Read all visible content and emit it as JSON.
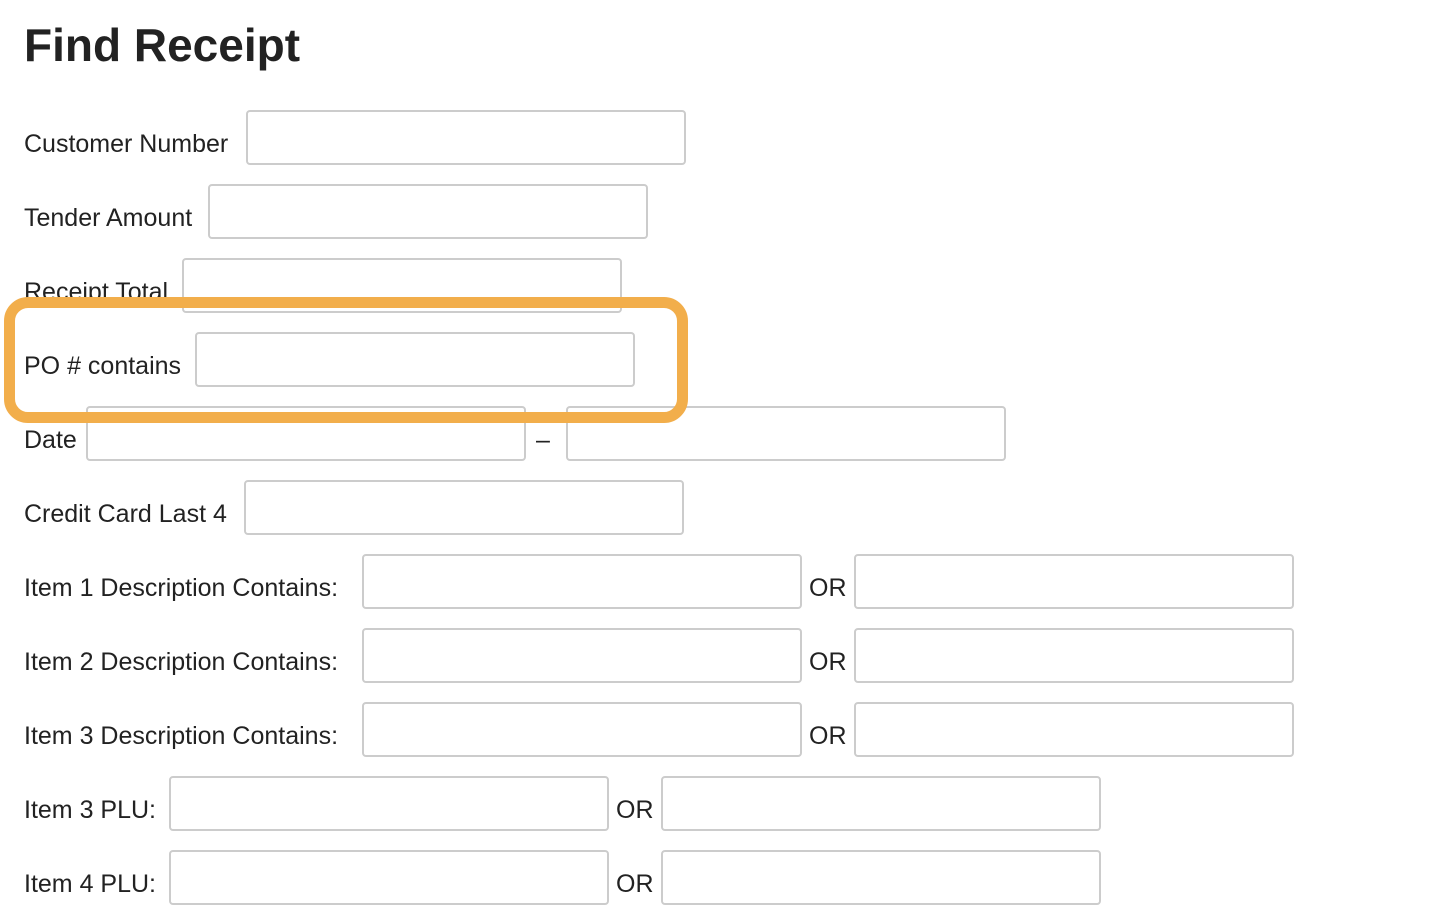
{
  "page": {
    "title": "Find Receipt"
  },
  "form": {
    "customer_number": {
      "label": "Customer Number",
      "value": "",
      "placeholder": ""
    },
    "tender_amount": {
      "label": "Tender Amount",
      "value": "",
      "placeholder": ""
    },
    "receipt_total": {
      "label": "Receipt Total",
      "value": "",
      "placeholder": ""
    },
    "po_contains": {
      "label": "PO # contains",
      "value": "",
      "placeholder": ""
    },
    "date": {
      "label": "Date",
      "separator": "–",
      "from_value": "",
      "to_value": ""
    },
    "credit_card_last4": {
      "label": "Credit Card Last 4",
      "value": "",
      "placeholder": ""
    },
    "or_label": "OR",
    "item_descriptions": [
      {
        "label": "Item 1 Description Contains:",
        "value_a": "",
        "value_b": ""
      },
      {
        "label": "Item 2 Description Contains:",
        "value_a": "",
        "value_b": ""
      },
      {
        "label": "Item 3 Description Contains:",
        "value_a": "",
        "value_b": ""
      }
    ],
    "item_plus": [
      {
        "label": "Item 3 PLU:",
        "value_a": "",
        "value_b": ""
      },
      {
        "label": "Item 4 PLU:",
        "value_a": "",
        "value_b": ""
      }
    ]
  },
  "annotation": {
    "highlight_color": "#f2ae4b"
  }
}
